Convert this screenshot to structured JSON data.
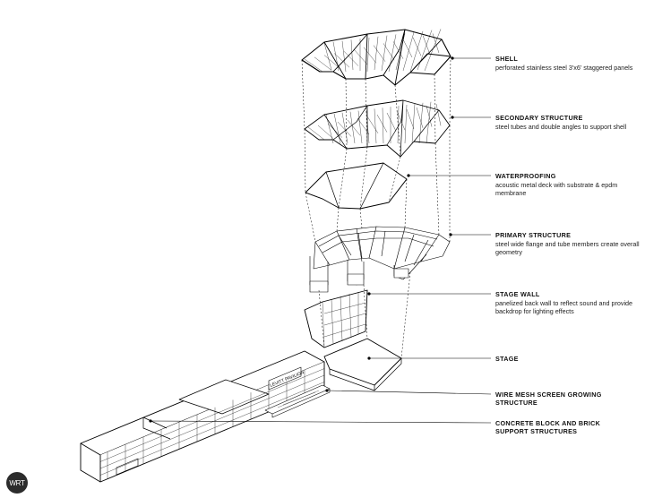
{
  "labels": [
    {
      "title": "SHELL",
      "desc": "perforated stainless steel 3'x6' staggered panels"
    },
    {
      "title": "SECONDARY STRUCTURE",
      "desc": "steel tubes and double angles to support shell"
    },
    {
      "title": "WATERPROOFING",
      "desc": "acoustic metal deck with substrate & epdm membrane"
    },
    {
      "title": "PRIMARY STRUCTURE",
      "desc": "steel wide flange and tube members create overall geometry"
    },
    {
      "title": "STAGE WALL",
      "desc": "panelized back wall to reflect sound and provide backdrop for lighting effects"
    },
    {
      "title": "STAGE",
      "desc": ""
    },
    {
      "title": "WIRE MESH SCREEN GROWING STRUCTURE",
      "desc": ""
    },
    {
      "title": "CONCRETE BLOCK AND BRICK SUPPORT STRUCTURES",
      "desc": ""
    }
  ],
  "wall_sign": "LEVITT PAVILION",
  "badge": "WRT"
}
